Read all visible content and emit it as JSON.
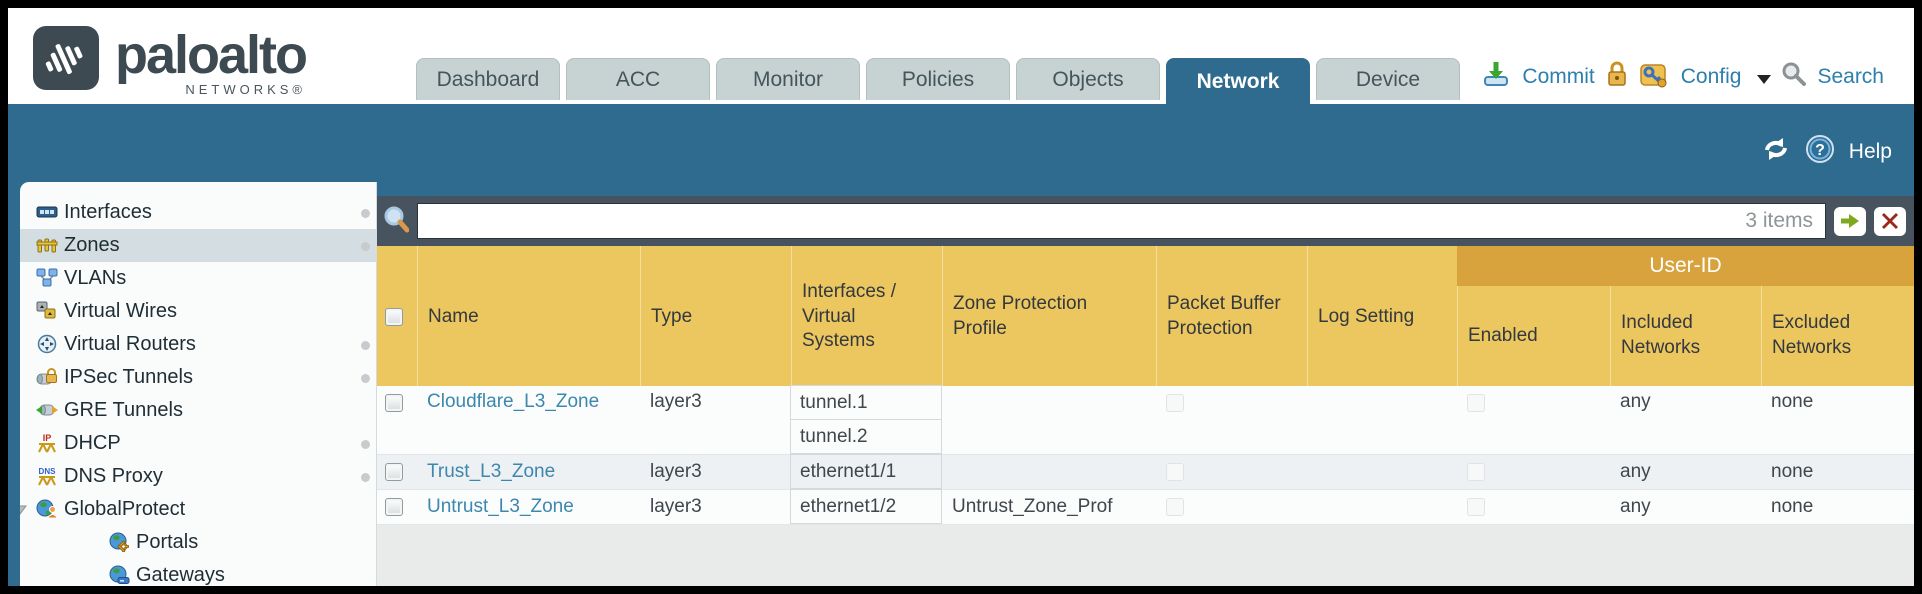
{
  "brand": {
    "name": "paloalto",
    "sub": "NETWORKS®"
  },
  "nav": {
    "tabs": [
      {
        "label": "Dashboard",
        "active": false
      },
      {
        "label": "ACC",
        "active": false
      },
      {
        "label": "Monitor",
        "active": false
      },
      {
        "label": "Policies",
        "active": false
      },
      {
        "label": "Objects",
        "active": false
      },
      {
        "label": "Network",
        "active": true
      },
      {
        "label": "Device",
        "active": false
      }
    ]
  },
  "top_actions": {
    "commit": "Commit",
    "config": "Config",
    "search": "Search"
  },
  "band": {
    "help": "Help"
  },
  "sidebar": {
    "items": [
      {
        "label": "Interfaces"
      },
      {
        "label": "Zones"
      },
      {
        "label": "VLANs"
      },
      {
        "label": "Virtual Wires"
      },
      {
        "label": "Virtual Routers"
      },
      {
        "label": "IPSec Tunnels"
      },
      {
        "label": "GRE Tunnels"
      },
      {
        "label": "DHCP"
      },
      {
        "label": "DNS Proxy"
      },
      {
        "label": "GlobalProtect"
      },
      {
        "label": "Portals"
      },
      {
        "label": "Gateways"
      }
    ],
    "selected": "Zones"
  },
  "filterbar": {
    "value": "",
    "count": "3 items"
  },
  "table": {
    "group_header": "User-ID",
    "columns": [
      "Name",
      "Type",
      "Interfaces / Virtual Systems",
      "Zone Protection Profile",
      "Packet Buffer Protection",
      "Log Setting",
      "Enabled",
      "Included Networks",
      "Excluded Networks"
    ],
    "rows": [
      {
        "name": "Cloudflare_L3_Zone",
        "type": "layer3",
        "interfaces": [
          "tunnel.1",
          "tunnel.2"
        ],
        "zone_protection_profile": "",
        "packet_buffer_protection": false,
        "log_setting": "",
        "enabled": false,
        "included_networks": "any",
        "excluded_networks": "none"
      },
      {
        "name": "Trust_L3_Zone",
        "type": "layer3",
        "interfaces": [
          "ethernet1/1"
        ],
        "zone_protection_profile": "",
        "packet_buffer_protection": false,
        "log_setting": "",
        "enabled": false,
        "included_networks": "any",
        "excluded_networks": "none"
      },
      {
        "name": "Untrust_L3_Zone",
        "type": "layer3",
        "interfaces": [
          "ethernet1/2"
        ],
        "zone_protection_profile": "Untrust_Zone_Prof",
        "packet_buffer_protection": false,
        "log_setting": "",
        "enabled": false,
        "included_networks": "any",
        "excluded_networks": "none"
      }
    ]
  },
  "colors": {
    "teal": "#2f6b8e",
    "amber": "#ecc65f",
    "amber_dark": "#d8a33c",
    "link": "#3c87ae",
    "tab_inactive": "#c7d2d2",
    "filter_bar": "#475460"
  }
}
